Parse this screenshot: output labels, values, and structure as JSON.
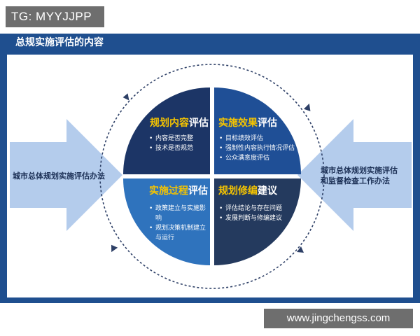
{
  "badge": {
    "text": "TG: MYYJJPP"
  },
  "header": {
    "title": "总规实施评估的内容"
  },
  "left_arrow": {
    "label": "城市总体规划实施评估办法"
  },
  "right_arrow": {
    "line1": "城市总体规划实施评估",
    "line2": "和监督检查工作办法"
  },
  "quadrants": {
    "top_left": {
      "title_highlight": "规划内容",
      "title_rest": "评估",
      "items": [
        "内容是否完整",
        "技术是否规范"
      ],
      "color": "#1c3566"
    },
    "top_right": {
      "title_highlight": "实施效果",
      "title_rest": "评估",
      "items": [
        "目标绩效评估",
        "强制性内容执行情况评估",
        "公众满意度评估"
      ],
      "color": "#1f4f96"
    },
    "bottom_left": {
      "title_highlight": "实施过程",
      "title_rest": "评估",
      "items": [
        "政策建立与实施影响",
        "规划决策机制建立与运行"
      ],
      "color": "#2f73bd"
    },
    "bottom_right": {
      "title_highlight": "规划修编",
      "title_rest": "建议",
      "items": [
        "评估结论与存在问题",
        "发展判断与修编建议"
      ],
      "color": "#243a5e"
    }
  },
  "colors": {
    "banner": "#1f4f8f",
    "arrow": "#b4ccec",
    "highlight": "#f5c400",
    "dashed_circle": "#2d3f66"
  },
  "watermark": {
    "text": "www.jingchengss.com"
  }
}
